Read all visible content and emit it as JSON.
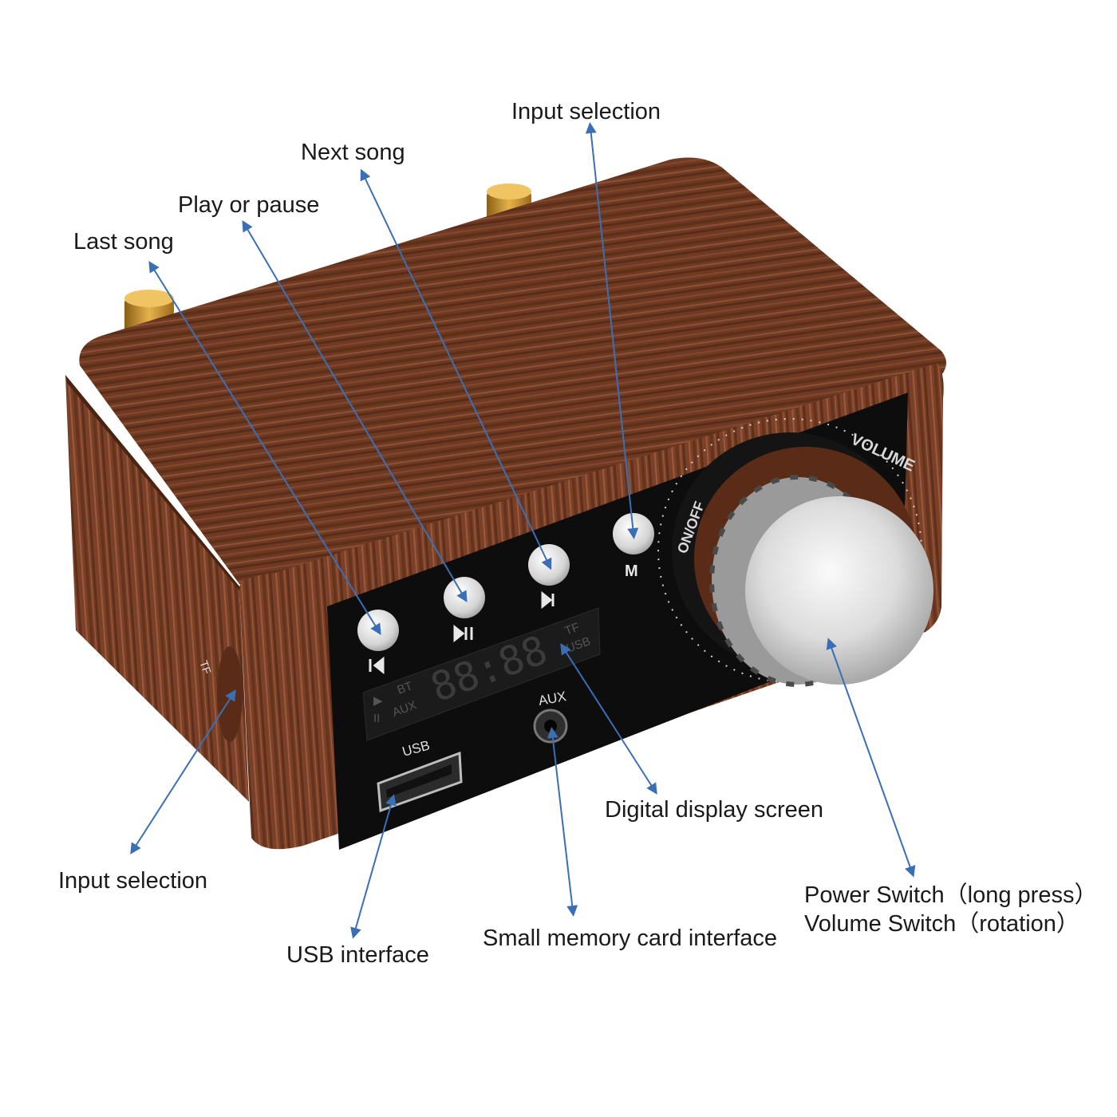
{
  "callouts": {
    "input_selection_top": "Input selection",
    "next_song": "Next song",
    "play_pause": "Play or pause",
    "last_song": "Last song",
    "input_selection_side": "Input selection",
    "usb_interface": "USB interface",
    "memory_card": "Small memory card interface",
    "digital_display": "Digital display screen",
    "power_line1": "Power Switch（long press）",
    "power_line2": "Volume Switch（rotation）"
  },
  "device_labels": {
    "tf": "TF",
    "display_digits": "88:88",
    "display_bt": "BT",
    "display_aux": "AUX",
    "display_tf": "TF",
    "display_usb": "USB",
    "usb_port": "USB",
    "aux_jack": "AUX",
    "mode_button": "M",
    "volume": "VOLUME",
    "onoff": "ON/OFF"
  },
  "colors": {
    "wood_dark": "#5a2c18",
    "wood_mid": "#7a4028",
    "wood_light": "#9a5a3c",
    "panel": "#0d0d0d",
    "pointer": "#3a6fb5",
    "knob": "#d8d8d8",
    "brass": "#c9932a"
  },
  "icons": {
    "prev": "skip-previous-icon",
    "play_pause": "play-pause-icon",
    "next": "skip-next-icon"
  }
}
